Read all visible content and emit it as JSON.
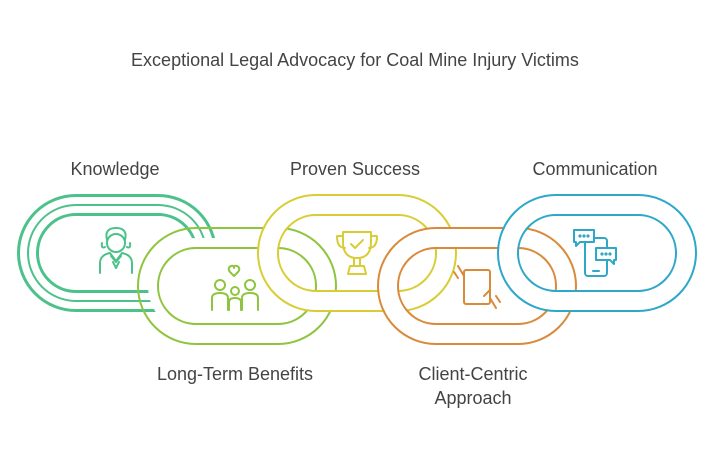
{
  "title": "Exceptional Legal Advocacy for Coal Mine Injury Victims",
  "links": [
    {
      "label": "Knowledge",
      "color": "#4cc28a",
      "icon": "lawyer-icon"
    },
    {
      "label": "Long-Term Benefits",
      "color": "#8fc43f",
      "icon": "family-icon"
    },
    {
      "label": "Proven Success",
      "color": "#d9cd36",
      "icon": "trophy-icon"
    },
    {
      "label": "Client-Centric",
      "label2": "Approach",
      "color": "#d98a3a",
      "icon": "handshake-tablet-icon"
    },
    {
      "label": "Communication",
      "color": "#2ea7c9",
      "icon": "mobile-chat-icon"
    }
  ]
}
